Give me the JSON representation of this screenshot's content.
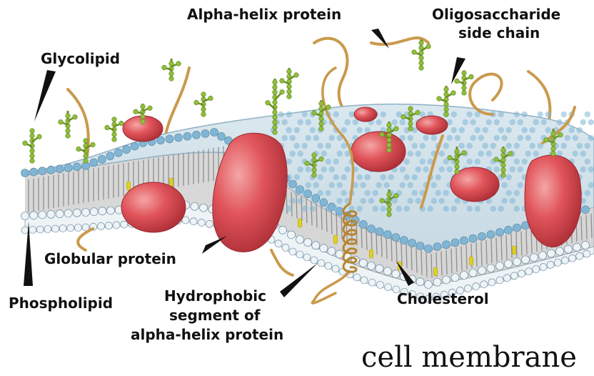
{
  "labels": {
    "alpha_helix": "Alpha-helix protein",
    "oligo_1": "Oligosaccharide",
    "oligo_2": "side chain",
    "glycolipid": "Glycolipid",
    "globular": "Globular protein",
    "phospholipid": "Phospholipid",
    "hydrophobic_1": "Hydrophobic",
    "hydrophobic_2": "segment of",
    "hydrophobic_3": "alpha-helix protein",
    "cholesterol": "Cholesterol"
  },
  "caption": "cell membrane",
  "colors": {
    "head_blue": "#7fb6d6",
    "head_white": "#eef3f6",
    "tail": "#9a9a9a",
    "protein": "#e0545a",
    "protein_dark": "#b73038",
    "chain_green": "#8fbf3a",
    "fiber": "#c99a4c",
    "cholesterol": "#e2d21a"
  }
}
